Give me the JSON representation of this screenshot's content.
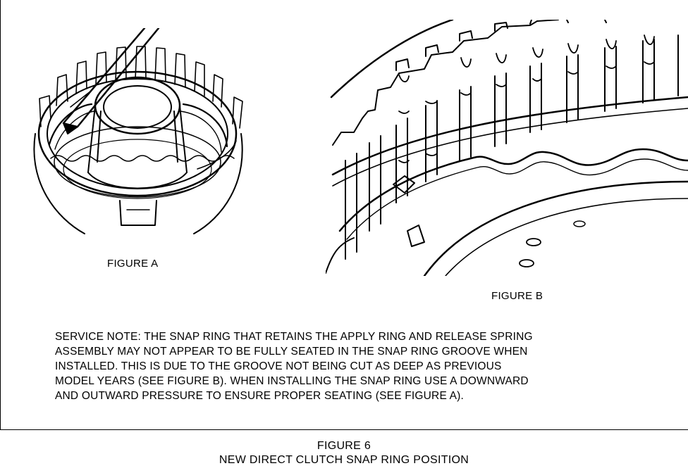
{
  "figure_a": {
    "caption": "FIGURE A"
  },
  "figure_b": {
    "caption": "FIGURE B"
  },
  "service_note": {
    "lines": [
      "SERVICE NOTE: THE SNAP RING THAT RETAINS THE APPLY RING AND RELEASE SPRING",
      "ASSEMBLY MAY NOT APPEAR TO BE FULLY SEATED IN THE SNAP RING GROOVE WHEN",
      "INSTALLED. THIS IS DUE TO THE GROOVE NOT BEING CUT AS DEEP AS PREVIOUS",
      "MODEL YEARS (SEE FIGURE B). WHEN INSTALLING THE SNAP RING USE A DOWNWARD",
      "AND OUTWARD PRESSURE TO ENSURE PROPER SEATING (SEE FIGURE A)."
    ]
  },
  "figure_title": {
    "number": "FIGURE 6",
    "name": "NEW DIRECT CLUTCH SNAP RING POSITION"
  }
}
